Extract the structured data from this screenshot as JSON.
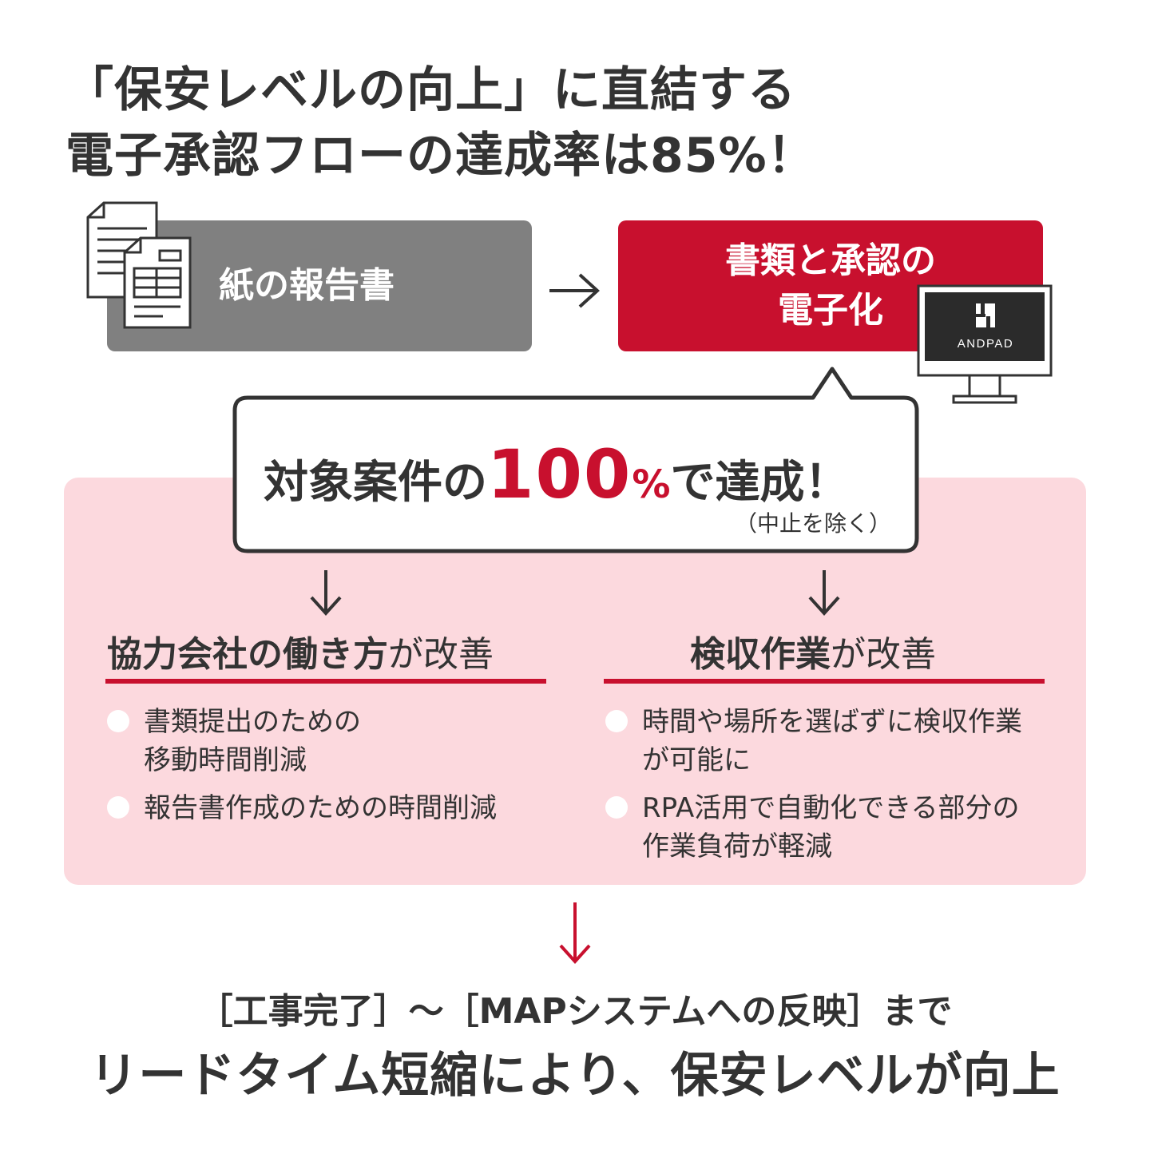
{
  "headline": {
    "line1": "「保安レベルの向上」に直結する",
    "line2": "電子承認フローの達成率は85%！"
  },
  "before": {
    "label": "紙の報告書"
  },
  "after": {
    "line1": "書類と承認の",
    "line2": "電子化"
  },
  "monitor": {
    "brand": "ANDPAD"
  },
  "bubble": {
    "text1": "対象案件の",
    "number": "100",
    "percent": "%",
    "text2": "で達成！",
    "note": "（中止を除く）"
  },
  "left_column": {
    "heading_strong": "協力会社の働き方",
    "heading_weak": "が改善",
    "bullets": [
      {
        "line1": "書類提出のための",
        "line2": "移動時間削減"
      },
      {
        "line1": "報告書作成のための時間削減",
        "line2": ""
      }
    ]
  },
  "right_column": {
    "heading_strong": "検収作業",
    "heading_weak": "が改善",
    "bullets": [
      {
        "line1": "時間や場所を選ばずに検収作業",
        "line2": "が可能に"
      },
      {
        "line1": "RPA活用で自動化できる部分の",
        "line2": "作業負荷が軽減"
      }
    ]
  },
  "conclusion": {
    "line1": "［工事完了］〜［MAPシステムへの反映］まで",
    "line2": "リードタイム短縮により、保安レベルが向上"
  },
  "colors": {
    "accent": "#c8102e",
    "gray_box": "#808080",
    "pink_panel": "#fcd9de",
    "text": "#333333"
  },
  "icons": [
    "document-stack-icon",
    "arrow-right-icon",
    "monitor-icon",
    "andpad-logo-icon",
    "arrow-down-icon"
  ]
}
